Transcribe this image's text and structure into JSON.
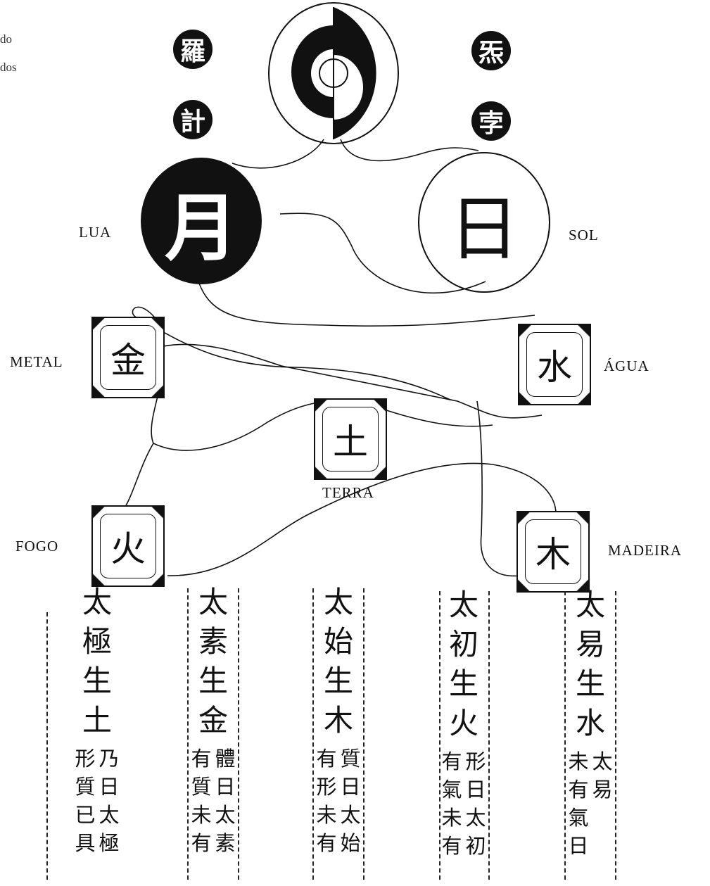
{
  "corner_text": [
    "do",
    "dos"
  ],
  "planets": {
    "rahu_seal_1": "羅",
    "rahu_seal_2": "計",
    "ketu_seal_1": "炁",
    "ketu_seal_2": "孛",
    "moon_char": "月",
    "sun_char": "日"
  },
  "labels": {
    "moon": "LUA",
    "sun": "SOL",
    "metal": "METAL",
    "water": "ÁGUA",
    "earth": "TERRA",
    "fire": "FOGO",
    "wood": "MADEIRA"
  },
  "elements": {
    "metal": "金",
    "water": "水",
    "earth": "土",
    "fire": "火",
    "wood": "木"
  },
  "columns": [
    {
      "main": "太極生土",
      "sub": [
        "乃日太極",
        "形質已具"
      ]
    },
    {
      "main": "太素生金",
      "sub": [
        "體日太素",
        "有質未有"
      ]
    },
    {
      "main": "太始生木",
      "sub": [
        "質日太始",
        "有形未有"
      ]
    },
    {
      "main": "太初生火",
      "sub": [
        "形日太初",
        "有氣未有"
      ]
    },
    {
      "main": "太易生水",
      "sub": [
        "太易",
        "未有氣日"
      ]
    }
  ],
  "colors": {
    "ink": "#111111",
    "paper": "#ffffff"
  }
}
